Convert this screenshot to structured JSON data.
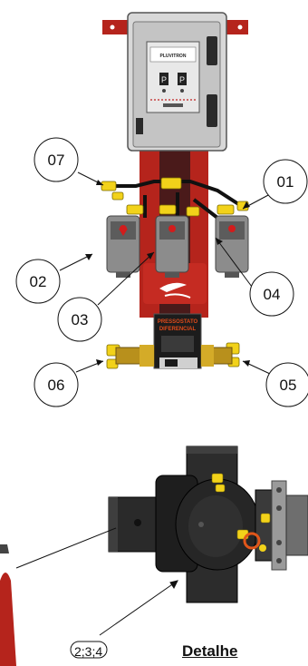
{
  "panel": {
    "brand": "PLUVITRON",
    "display_left": "P",
    "display_right": "P"
  },
  "pressure_switch": {
    "title_line1": "PRESSOSTATO",
    "title_line2": "DIFERENCIAL"
  },
  "callouts": [
    {
      "id": "07",
      "label": "07"
    },
    {
      "id": "01",
      "label": "01"
    },
    {
      "id": "02",
      "label": "02"
    },
    {
      "id": "04",
      "label": "04"
    },
    {
      "id": "03",
      "label": "03"
    },
    {
      "id": "06",
      "label": "06"
    },
    {
      "id": "05",
      "label": "05"
    }
  ],
  "detail": {
    "label": "Detalhe",
    "reference": "2;3;4"
  },
  "colors": {
    "mount_red": "#b5241c",
    "pipe_dark": "#3a1416",
    "valve_grey": "#8c8c8c",
    "fitting_yellow": "#f2d21a",
    "knob_red": "#d21c1c",
    "body_black": "#2a2a2a"
  }
}
